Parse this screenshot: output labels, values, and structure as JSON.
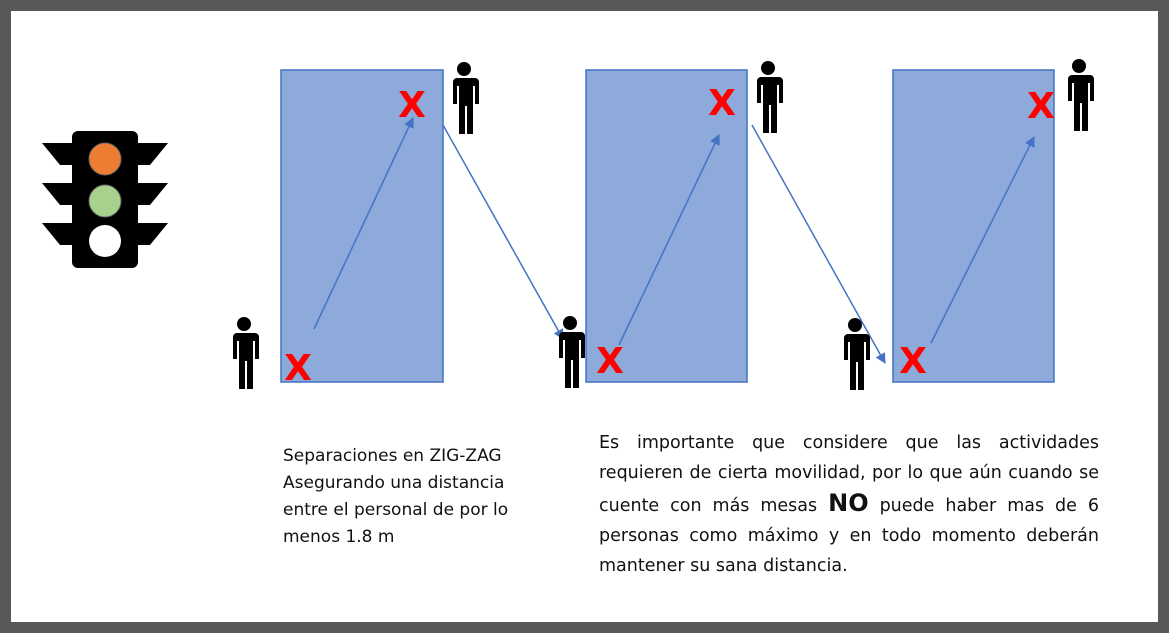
{
  "colors": {
    "frame": "#595959",
    "table_fill": "#8eaadb",
    "table_stroke": "#4472c4",
    "arrow": "#4472c4",
    "mark": "#ff0000",
    "person": "#000000",
    "light_red": "#ed7d31",
    "light_yellow": "#a9d18e",
    "light_green": "#ffffff"
  },
  "icons": [
    "traffic-light-icon",
    "person-icon"
  ],
  "marks": {
    "x_label": "X"
  },
  "captions": {
    "left": "Separaciones en ZIG-ZAG Asegurando una distancia entre el personal de por lo menos 1.8 m",
    "right_before": "Es importante que considere que las actividades requieren de cierta movilidad, por lo que aún cuando se cuente con más mesas ",
    "right_bold": "NO",
    "right_after": " puede haber mas de 6 personas como máximo y en todo momento deberán mantener su sana distancia."
  }
}
